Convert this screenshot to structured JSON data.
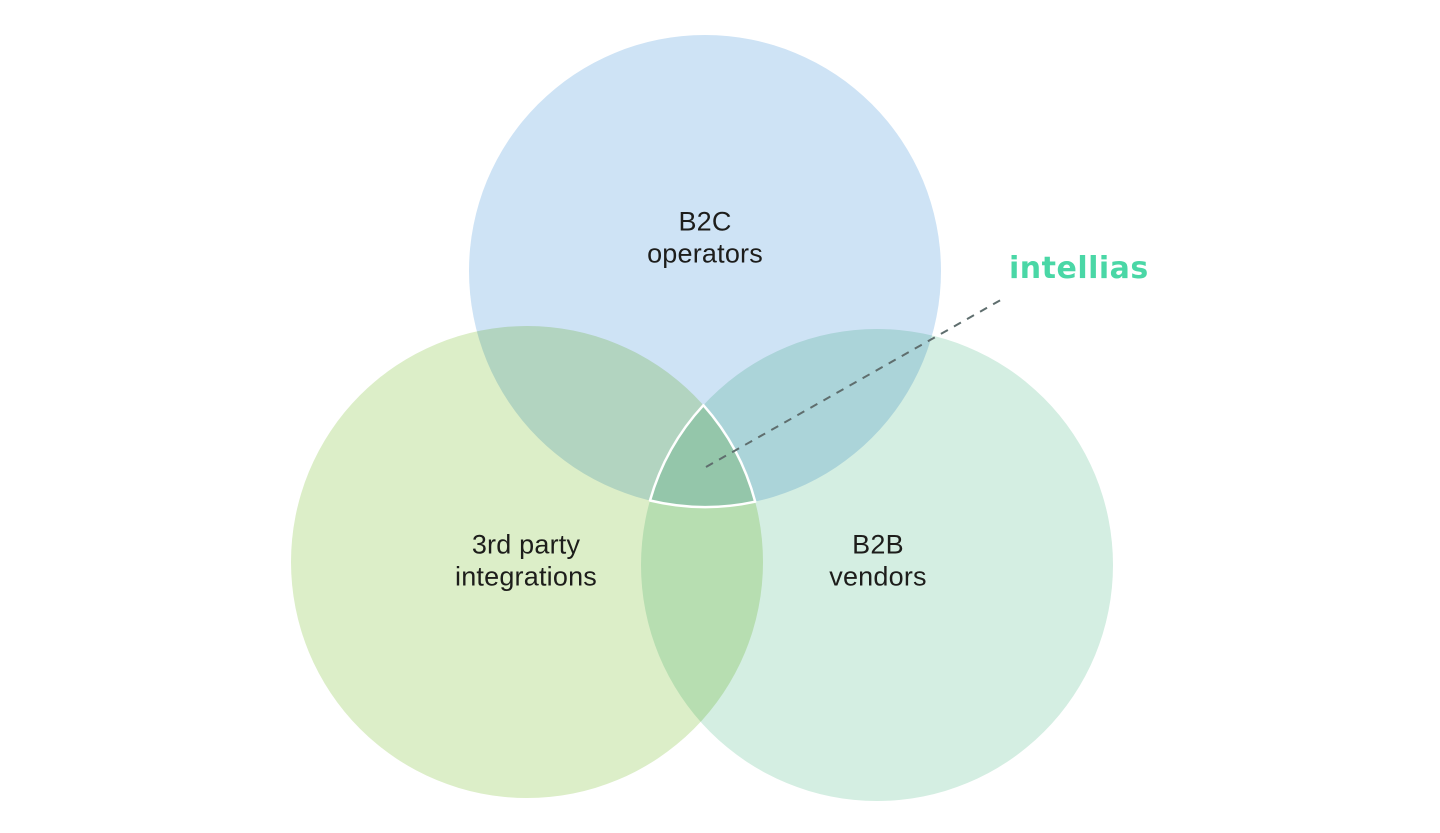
{
  "page": {
    "background_color": "#ffffff"
  },
  "diagram": {
    "type": "venn",
    "sets": [
      {
        "id": "b2c-operators",
        "label": "B2C\noperators",
        "color": "#cee3f5"
      },
      {
        "id": "third-party-integrations",
        "label": "3rd party\nintegrations",
        "color": "#dceec8"
      },
      {
        "id": "b2b-vendors",
        "label": "B2B\nvendors",
        "color": "#d4eee2"
      }
    ],
    "triple_intersection": {
      "outline_color": "#ffffff",
      "callout": {
        "label": "intellias",
        "label_color": "#4ad7a6",
        "connector_color": "#5f6e6e"
      }
    }
  }
}
